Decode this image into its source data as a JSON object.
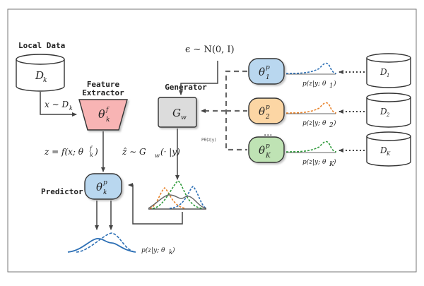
{
  "labels": {
    "local_data": "Local Data",
    "feature_extractor_line1": "Feature",
    "feature_extractor_line2": "Extractor",
    "generator": "Generator",
    "predictor": "Predictor",
    "noise": "ϵ ∼ N(0, I)",
    "x_sample": "x ∼ D",
    "x_sample_sub": "k",
    "z_def": "z = f(x; θ",
    "z_def_tail": ")",
    "zhat_def": "ẑ ∼ G",
    "zhat_def_sub": "w",
    "zhat_def_tail": "(· |y)",
    "ellipsis": "...",
    "tiny_label": "Pθ(z|y)",
    "pred_dist": "p(z|y; θ",
    "pred_dist_sub": "k",
    "pred_dist_tail": ")"
  },
  "local_cylinder": {
    "main": "D",
    "sub": "k"
  },
  "feature_extractor": {
    "main": "θ",
    "sup": "f",
    "sub": "k",
    "color": "#f8b4b4"
  },
  "generator_box": {
    "main": "G",
    "sub": "w",
    "color": "#dcdcdc"
  },
  "predictor_box": {
    "main": "θ",
    "sup": "p",
    "sub": "k",
    "color": "#b9d7ef"
  },
  "clients": [
    {
      "main": "θ",
      "sup": "p",
      "sub": "1",
      "color": "#b9d7ef",
      "curve_color": "#2c6fb5",
      "dist": "p(z|y; θ",
      "dist_sub": "1",
      "dist_tail": ")",
      "data": "D",
      "data_sub": "1"
    },
    {
      "main": "θ",
      "sup": "p",
      "sub": "2",
      "color": "#fcd6a4",
      "curve_color": "#e8822a",
      "dist": "p(z|y; θ",
      "dist_sub": "2",
      "dist_tail": ")",
      "data": "D",
      "data_sub": "2"
    },
    {
      "main": "θ",
      "sup": "p",
      "sub": "K",
      "color": "#bfe3b4",
      "curve_color": "#2e9a3a",
      "dist": "p(z|y; θ",
      "dist_sub": "K",
      "dist_tail": ")",
      "data": "D",
      "data_sub": "K"
    }
  ],
  "colors": {
    "mix_gray": "#666666",
    "pred_blue": "#2c6fb5"
  }
}
